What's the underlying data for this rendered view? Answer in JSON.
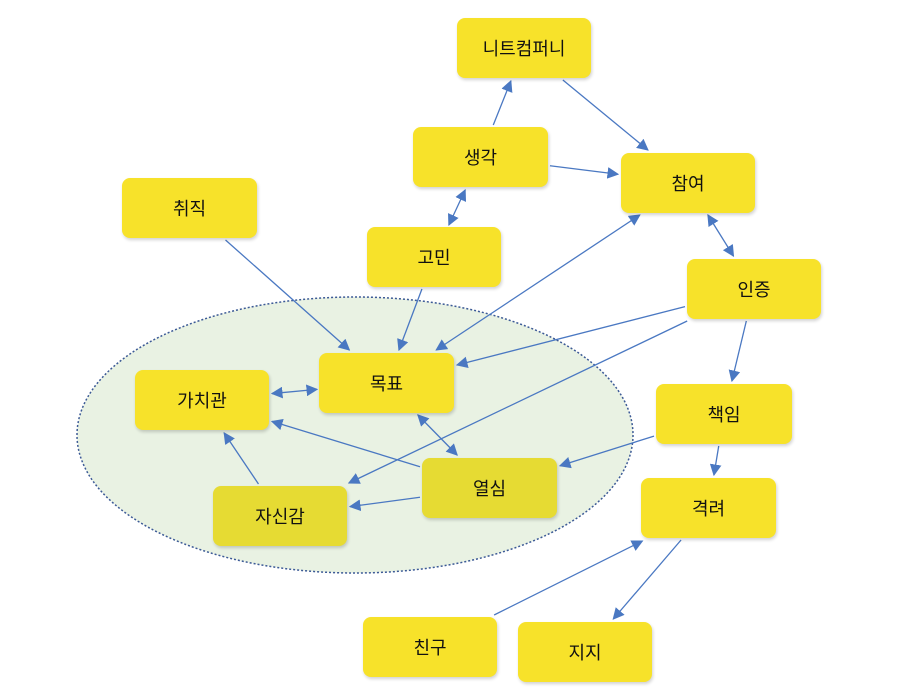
{
  "diagram": {
    "colors": {
      "node_fill": "#f7e22a",
      "node_fill_alt": "#e6db33",
      "ellipse_fill": "#e9f2e3",
      "ellipse_stroke": "#3c5a96",
      "arrow_color": "#4a78c2"
    },
    "nodes": {
      "nitcompany": "니트컴퍼니",
      "think": "생각",
      "participate": "참여",
      "job": "취직",
      "worry": "고민",
      "cert": "인증",
      "goal": "목표",
      "values": "가치관",
      "resp": "책임",
      "passion": "열심",
      "encourage": "격려",
      "confidence": "자신감",
      "friend": "친구",
      "support": "지지"
    },
    "edges": [
      {
        "from": "think",
        "to": "nitcompany",
        "direction": "forward"
      },
      {
        "from": "nitcompany",
        "to": "participate",
        "direction": "forward"
      },
      {
        "from": "think",
        "to": "participate",
        "direction": "forward"
      },
      {
        "from": "worry",
        "to": "think",
        "direction": "both"
      },
      {
        "from": "job",
        "to": "goal",
        "direction": "forward"
      },
      {
        "from": "worry",
        "to": "goal",
        "direction": "forward"
      },
      {
        "from": "participate",
        "to": "goal",
        "direction": "both"
      },
      {
        "from": "participate",
        "to": "cert",
        "direction": "both"
      },
      {
        "from": "cert",
        "to": "goal",
        "direction": "forward"
      },
      {
        "from": "cert",
        "to": "confidence",
        "direction": "forward"
      },
      {
        "from": "cert",
        "to": "resp",
        "direction": "forward"
      },
      {
        "from": "resp",
        "to": "passion",
        "direction": "forward"
      },
      {
        "from": "resp",
        "to": "encourage",
        "direction": "forward"
      },
      {
        "from": "goal",
        "to": "values",
        "direction": "both"
      },
      {
        "from": "goal",
        "to": "passion",
        "direction": "both"
      },
      {
        "from": "passion",
        "to": "values",
        "direction": "forward"
      },
      {
        "from": "passion",
        "to": "confidence",
        "direction": "forward"
      },
      {
        "from": "confidence",
        "to": "values",
        "direction": "forward"
      },
      {
        "from": "friend",
        "to": "encourage",
        "direction": "forward"
      },
      {
        "from": "encourage",
        "to": "support",
        "direction": "forward"
      }
    ]
  }
}
